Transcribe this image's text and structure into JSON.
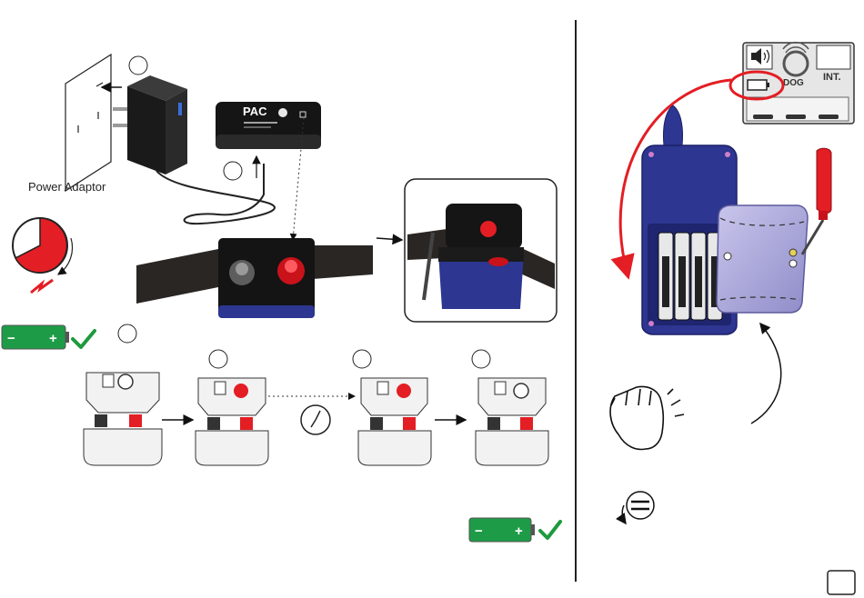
{
  "labels": {
    "power_adaptor": "Power Adaptor",
    "brand": "PAC",
    "lcd_dog": "DOG",
    "lcd_int": "INT.",
    "battery_minus": "−",
    "battery_plus": "+"
  },
  "colors": {
    "handset_blue": "#2d3690",
    "accent_red": "#e31e24",
    "battery_green": "#1e9b47",
    "check_green": "#1d9a3e",
    "collar_strap": "#2a2624"
  },
  "icons": [
    "wall-socket-icon",
    "power-adaptor-icon",
    "charger-box-icon",
    "clock-charging-icon",
    "lightning-icon",
    "battery-full-icon",
    "checkmark-icon",
    "collar-photo-icon",
    "charger-led-icon",
    "arrow-right-icon",
    "small-clock-icon",
    "lcd-display-icon",
    "handset-icon",
    "screwdriver-icon",
    "curved-arrow-icon",
    "hand-wave-icon",
    "screw-rotate-icon",
    "page-number-box-icon"
  ]
}
